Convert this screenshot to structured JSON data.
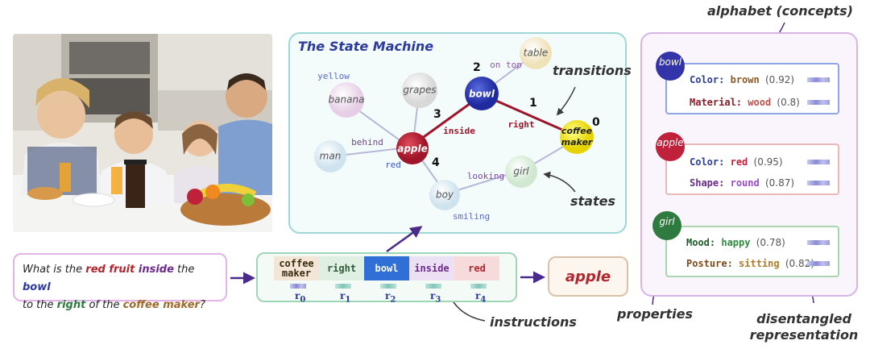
{
  "question": {
    "parts": [
      {
        "text": "What is the ",
        "color": "#222222"
      },
      {
        "text": "red fruit",
        "color": "#b3262e"
      },
      {
        "text": " inside",
        "color": "#6a2a8a"
      },
      {
        "text": " the ",
        "color": "#222222"
      },
      {
        "text": "bowl",
        "color": "#2b3a9e"
      },
      {
        "text": "to the ",
        "color": "#222222"
      },
      {
        "text": "right",
        "color": "#2f7a3e"
      },
      {
        "text": " of the ",
        "color": "#222222"
      },
      {
        "text": "coffee maker",
        "color": "#a06a2a"
      },
      {
        "text": "?",
        "color": "#222222"
      }
    ]
  },
  "state_machine": {
    "title": "The State Machine",
    "nodes": {
      "banana": "banana",
      "grapes": "grapes",
      "bowl": "bowl",
      "table": "table",
      "apple": "apple",
      "man": "man",
      "coffee_maker_1": "coffee",
      "coffee_maker_2": "maker",
      "girl": "girl",
      "boy": "boy"
    },
    "edge_labels": {
      "yellow": "yellow",
      "on_top": "on top",
      "behind": "behind",
      "red": "red",
      "inside": "inside",
      "right": "right",
      "looking": "looking",
      "smiling": "smiling"
    },
    "step_numbers": [
      "0",
      "1",
      "2",
      "3",
      "4"
    ]
  },
  "callouts": {
    "transitions": "transitions",
    "states": "states",
    "instructions": "instructions",
    "properties": "properties",
    "alphabet": "alphabet (concepts)",
    "disentangled_1": "disentangled",
    "disentangled_2": "representation"
  },
  "instructions": {
    "tokens": [
      {
        "line1": "coffee",
        "line2": "maker",
        "color": "#3a2a10",
        "bg": "#f3e6d6"
      },
      {
        "line1": "right",
        "line2": "",
        "color": "#2f5a3a",
        "bg": "#dff0e3"
      },
      {
        "line1": "bowl",
        "line2": "",
        "color": "#ffffff",
        "bg": "#2f6fd6"
      },
      {
        "line1": "inside",
        "line2": "",
        "color": "#6a2a8a",
        "bg": "#ece0f5"
      },
      {
        "line1": "red",
        "line2": "",
        "color": "#b3262e",
        "bg": "#f7dada"
      }
    ],
    "r_labels": [
      "r",
      "r",
      "r",
      "r",
      "r"
    ],
    "r_subscripts": [
      "0",
      "1",
      "2",
      "3",
      "4"
    ]
  },
  "answer": "apple",
  "cards": [
    {
      "name": "bowl",
      "badge_color": "#3333aa",
      "border": "#8fa6e6",
      "properties": [
        {
          "key": "Color:",
          "key_color": "#2b3a9e",
          "value": "brown",
          "value_color": "#8a5a2a",
          "score": "(0.92)"
        },
        {
          "key": "Material:",
          "key_color": "#8a1e2a",
          "value": "wood",
          "value_color": "#c0504a",
          "score": "(0.8)"
        }
      ]
    },
    {
      "name": "apple",
      "badge_color": "#c0213a",
      "border": "#e6b8b8",
      "properties": [
        {
          "key": "Color:",
          "key_color": "#2b3a9e",
          "value": "red",
          "value_color": "#c0213a",
          "score": "(0.95)"
        },
        {
          "key": "Shape:",
          "key_color": "#6a2a8a",
          "value": "round",
          "value_color": "#9a4ad0",
          "score": "(0.87)"
        }
      ]
    },
    {
      "name": "girl",
      "badge_color": "#2f7a3e",
      "border": "#a8d6b0",
      "properties": [
        {
          "key": "Mood:",
          "key_color": "#1e5a2a",
          "value": "happy",
          "value_color": "#2f8a3e",
          "score": "(0.78)"
        },
        {
          "key": "Posture:",
          "key_color": "#7a4a1a",
          "value": "sitting",
          "value_color": "#b07a2a",
          "score": "(0.82)"
        }
      ]
    }
  ]
}
